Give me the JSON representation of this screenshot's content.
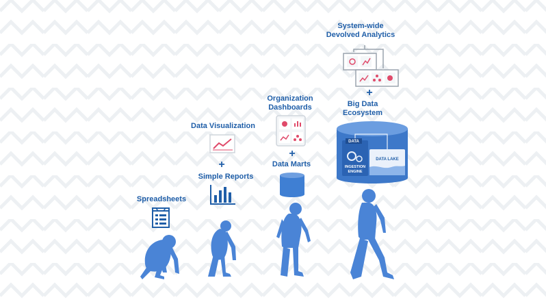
{
  "stages": {
    "s1": {
      "label": "Spreadsheets",
      "icon": "spreadsheet-icon"
    },
    "s2": {
      "top_label": "Data Visualization",
      "plus": "+",
      "label": "Simple Reports",
      "icons": [
        "line-chart-icon",
        "bar-chart-icon"
      ]
    },
    "s3": {
      "top_label_line1": "Organization",
      "top_label_line2": "Dashboards",
      "plus": "+",
      "label": "Data Marts",
      "icons": [
        "dashboard-icon",
        "database-icon"
      ]
    },
    "s4": {
      "top_label_line1": "System-wide",
      "top_label_line2": "Devolved Analytics",
      "plus": "+",
      "label_line1": "Big Data",
      "label_line2": "Ecosystem",
      "cylinder": {
        "data_tag": "DATA",
        "engine_line1": "INGESTION",
        "engine_line2": "ENGINE",
        "lake_label": "DATA LAKE"
      }
    }
  },
  "colors": {
    "primary_blue": "#1f5ea8",
    "figure_blue": "#4a84d6",
    "accent_red": "#e04a6a",
    "pattern": "#eef0f3"
  }
}
